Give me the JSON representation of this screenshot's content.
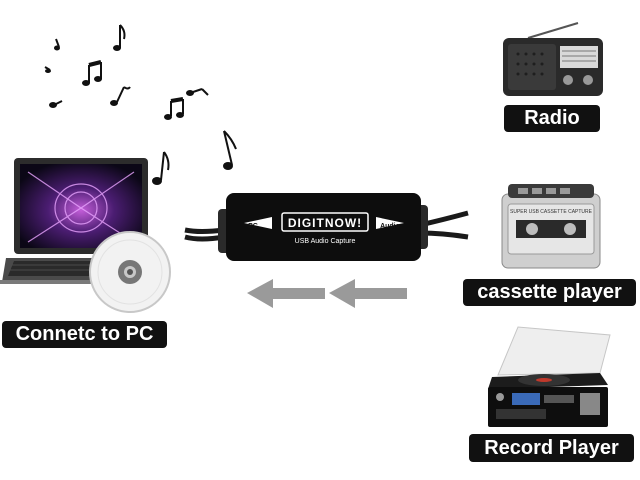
{
  "labels": {
    "radio": "Radio",
    "cassette": "cassette player",
    "record": "Record Player",
    "pc": "Connetc to PC"
  },
  "device": {
    "brand": "DIGITNOW!",
    "subtitle": "USB Audio Capture",
    "port_left": "PC",
    "port_right": "Audio"
  },
  "cassette_text": "SUPER USB CASSETTE CAPTURE",
  "colors": {
    "label_bg": "#111111",
    "label_text": "#ffffff",
    "arrow": "#9a9a9a",
    "device_body": "#0d0d0d"
  },
  "icons": [
    "music-note-icon",
    "laptop-icon",
    "cd-disc-icon",
    "radio-icon",
    "cassette-player-icon",
    "record-player-icon",
    "arrow-left-icon"
  ]
}
